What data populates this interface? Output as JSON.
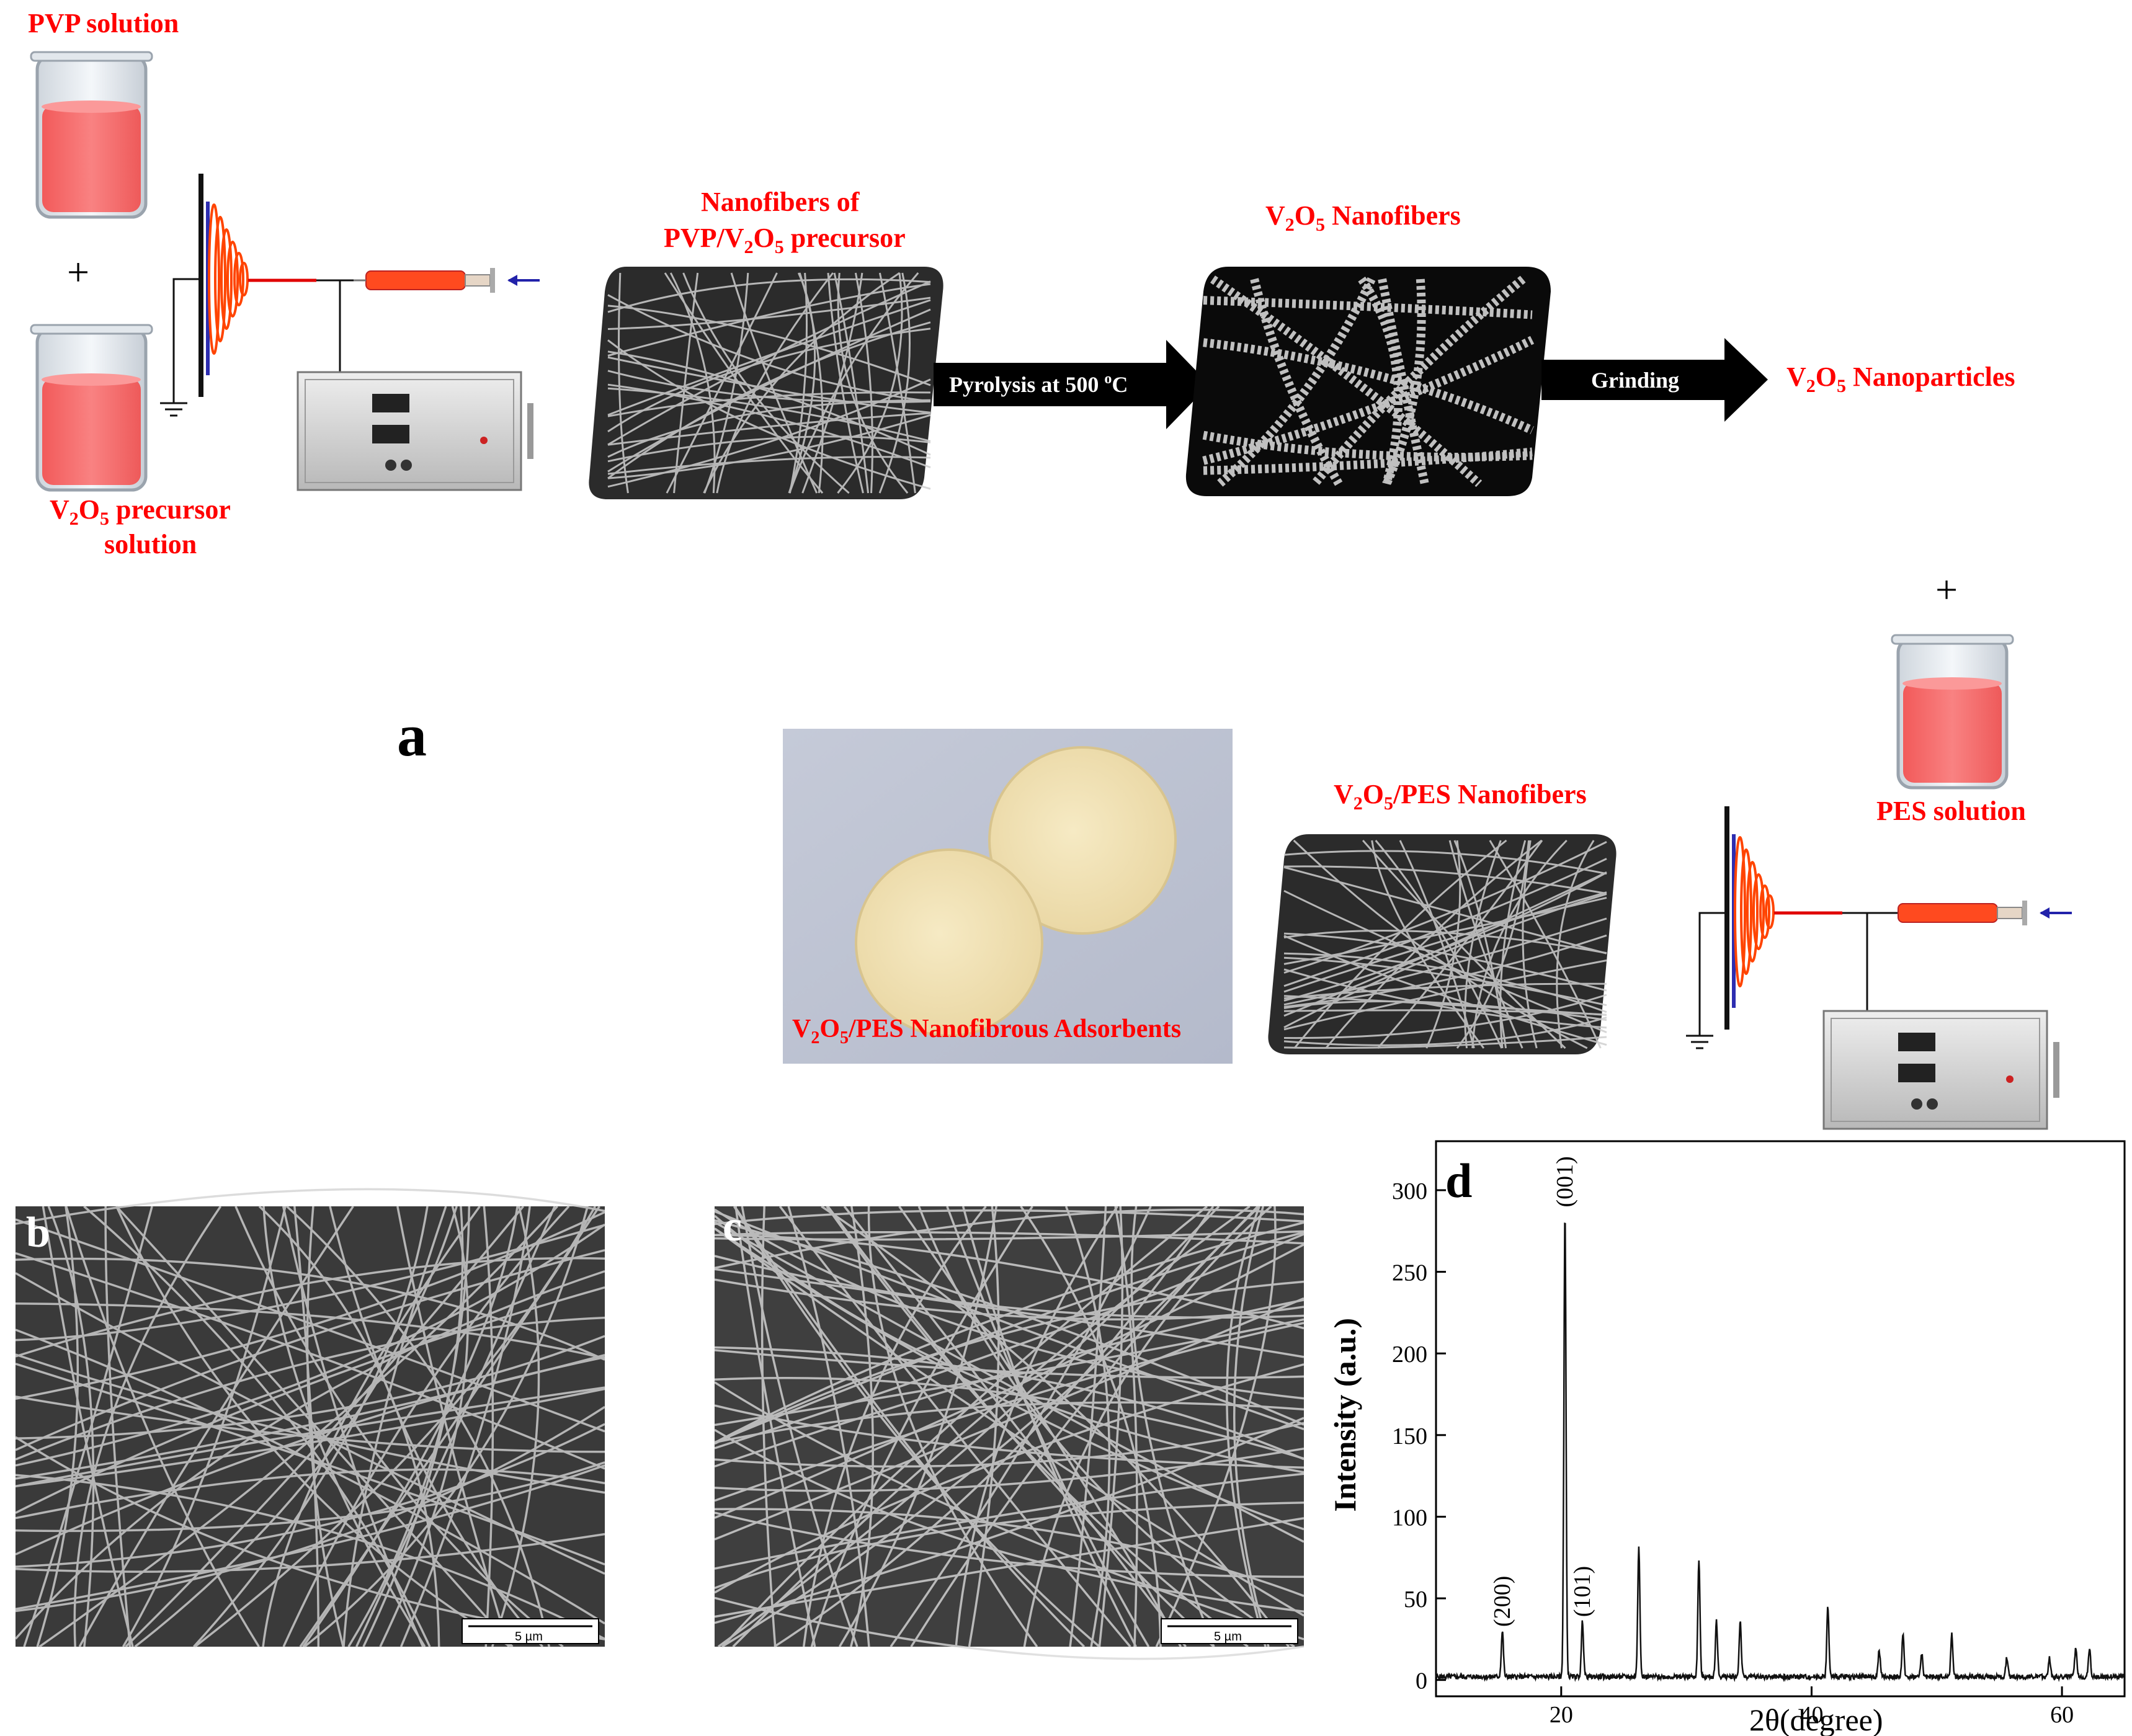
{
  "colors": {
    "label_red": "#ff0000",
    "solution_pink": "#f66a6a",
    "arrow_black": "#000000",
    "sem_dark": "#2a2a2a",
    "sem_fiber": "#d8d8d8"
  },
  "step1": {
    "pvp_solution": "PVP solution",
    "plus": "+",
    "precursor_line1_pre": "V",
    "precursor_sub1": "2",
    "precursor_mid": "O",
    "precursor_sub2": "5",
    "precursor_post": " precursor",
    "precursor_line2": "solution"
  },
  "step2": {
    "line1": "Nanofibers of",
    "line2_pre": "PVP/V",
    "line2_sub1": "2",
    "line2_mid": "O",
    "line2_sub2": "5",
    "line2_post": " precursor"
  },
  "pyrolysis": {
    "label_pre": "Pyrolysis at 500 ",
    "label_sup": "o",
    "label_post": "C"
  },
  "step3": {
    "pre": "V",
    "sub1": "2",
    "mid": "O",
    "sub2": "5",
    "post": " Nanofibers"
  },
  "grinding": {
    "label": "Grinding"
  },
  "step4": {
    "pre": "V",
    "sub1": "2",
    "mid": "O",
    "sub2": "5",
    "post": " Nanoparticles"
  },
  "pes": {
    "plus": "+",
    "solution": "PES solution"
  },
  "pes_fibers": {
    "pre": "V",
    "sub1": "2",
    "mid": "O",
    "sub2": "5",
    "post": "/PES Nanofibers"
  },
  "adsorbent": {
    "pre": "V",
    "sub1": "2",
    "mid": "O",
    "sub2": "5",
    "post": "/PES Nanofibrous Adsorbents"
  },
  "panel_labels": {
    "a": "a",
    "b": "b",
    "c": "c",
    "d": "d"
  },
  "sem_scale_bar": "5 µm",
  "chart_data": {
    "type": "line",
    "xlabel_pre": "2",
    "xlabel_theta": "θ",
    "xlabel_post": "(degree)",
    "ylabel": "Intensity (a.u.)",
    "xlim": [
      10,
      65
    ],
    "ylim": [
      -10,
      330
    ],
    "xticks": [
      20,
      40,
      60
    ],
    "yticks": [
      0,
      50,
      100,
      150,
      200,
      250,
      300
    ],
    "peaks": [
      {
        "x": 15.3,
        "y": 28
      },
      {
        "x": 20.3,
        "y": 285
      },
      {
        "x": 21.7,
        "y": 34
      },
      {
        "x": 26.2,
        "y": 80
      },
      {
        "x": 31.0,
        "y": 72
      },
      {
        "x": 32.4,
        "y": 34
      },
      {
        "x": 34.3,
        "y": 34
      },
      {
        "x": 41.3,
        "y": 43
      },
      {
        "x": 45.4,
        "y": 16
      },
      {
        "x": 47.3,
        "y": 25
      },
      {
        "x": 48.8,
        "y": 14
      },
      {
        "x": 51.2,
        "y": 26
      },
      {
        "x": 55.6,
        "y": 12
      },
      {
        "x": 59.0,
        "y": 12
      },
      {
        "x": 61.1,
        "y": 18
      },
      {
        "x": 62.2,
        "y": 18
      }
    ],
    "peak_annotations": [
      {
        "x": 15.3,
        "y": 28,
        "label": "(200)"
      },
      {
        "x": 20.3,
        "y": 285,
        "label": "(001)"
      },
      {
        "x": 21.7,
        "y": 34,
        "label": "(101)"
      }
    ]
  }
}
